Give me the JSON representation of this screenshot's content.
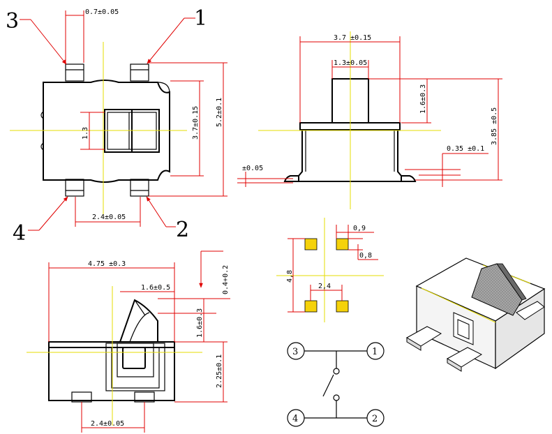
{
  "top_view": {
    "pin_numbers": [
      "3",
      "1",
      "4",
      "2"
    ],
    "dims": {
      "pin_width": "0.7±0.05",
      "inner_height": "1.3",
      "body_height": "3.7±0.15",
      "total_height": "5.2±0.1",
      "pin_spacing": "2.4±0.05"
    }
  },
  "side_view": {
    "dims": {
      "width": "3.7 ±0.15",
      "stem_width": "1.3±0.05",
      "stem_height": "1.6±0.3",
      "total_height": "3.85 ±0.5",
      "lead_thickness": "0.35 ±0.1",
      "coplanarity": "±0.05"
    }
  },
  "front_view": {
    "dims": {
      "length": "4.75 ±0.3",
      "actuator_width": "1.6±0.5",
      "actuator_offset": "0.4+0.2",
      "actuator_height": "1.6±0.3",
      "body_height": "2.25±0.1",
      "pin_spacing": "2.4±0.05"
    }
  },
  "pad_layout": {
    "pad_color": "#f5d20a",
    "dims": {
      "pad_width": "0,9",
      "pad_height": "0,8",
      "span_y": "4,8",
      "span_x": "2,4"
    }
  },
  "schematic": {
    "pins": [
      "3",
      "1",
      "4",
      "2"
    ]
  },
  "colors": {
    "dimension": "#e00000",
    "centerline": "#e6dc00",
    "outline": "#000000"
  }
}
